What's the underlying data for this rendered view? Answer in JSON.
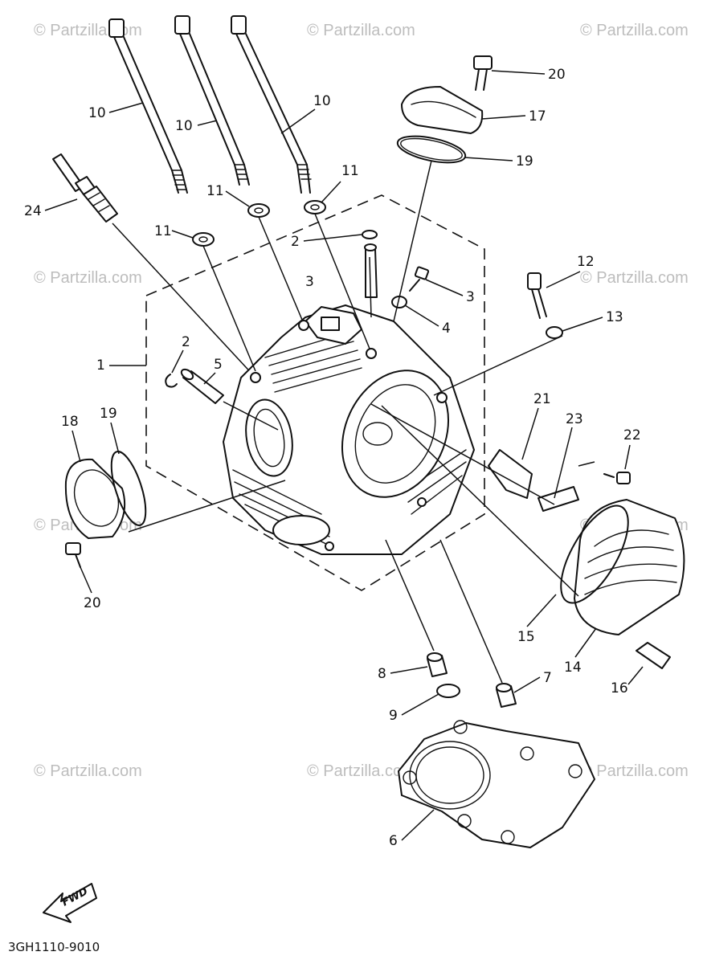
{
  "watermark": "© Partzilla.com",
  "diagram_code": "3GH1110-9010",
  "fwd_label": "FWD",
  "callouts": {
    "c1": "1",
    "c2a": "2",
    "c2b": "2",
    "c3a": "3",
    "c3b": "3",
    "c4": "4",
    "c5": "5",
    "c6": "6",
    "c7": "7",
    "c8": "8",
    "c9": "9",
    "c10a": "10",
    "c10b": "10",
    "c10c": "10",
    "c11a": "11",
    "c11b": "11",
    "c11c": "11",
    "c12": "12",
    "c13": "13",
    "c14": "14",
    "c15": "15",
    "c16": "16",
    "c17": "17",
    "c18": "18",
    "c19a": "19",
    "c19b": "19",
    "c20a": "20",
    "c20b": "20",
    "c21": "21",
    "c22": "22",
    "c23": "23",
    "c24": "24"
  }
}
